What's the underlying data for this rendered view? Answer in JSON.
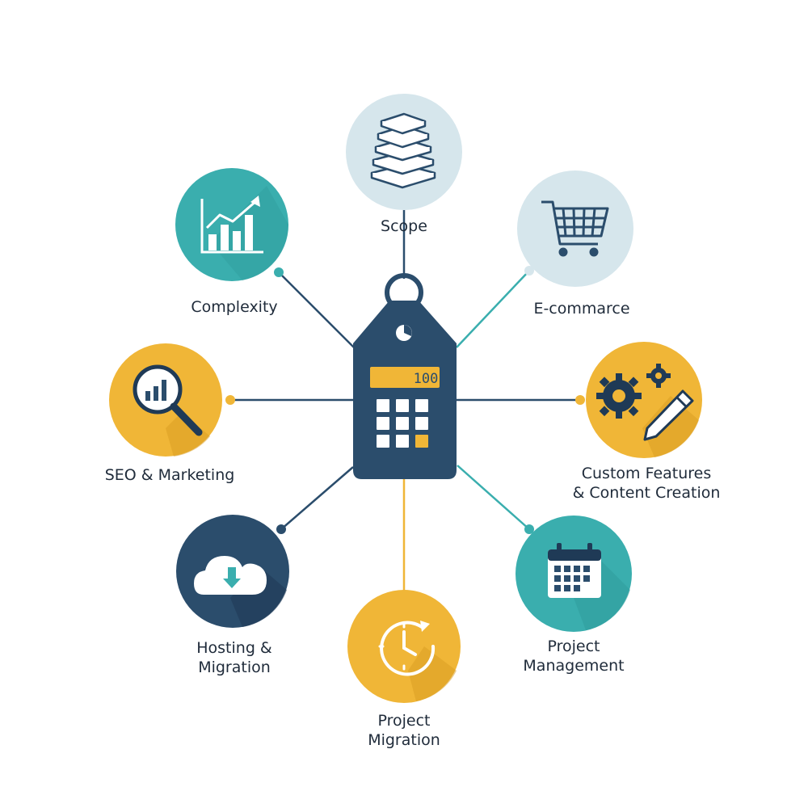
{
  "center": {
    "display": "100"
  },
  "nodes": {
    "scope": {
      "line1": "Scope",
      "line2": ""
    },
    "complexity": {
      "line1": "Complexity",
      "line2": ""
    },
    "ecommerce": {
      "line1": "E-commarce",
      "line2": ""
    },
    "seo": {
      "line1": "SEO & Marketing",
      "line2": ""
    },
    "custom": {
      "line1": "Custom Features",
      "line2": "& Content Creation"
    },
    "hosting": {
      "line1": "Hosting &",
      "line2": "Migration"
    },
    "pm": {
      "line1": "Project",
      "line2": "Management"
    },
    "migration": {
      "line1": "Project",
      "line2": "Migration"
    }
  },
  "colors": {
    "navy": "#2b4d6c",
    "teal": "#3aaeae",
    "yellow": "#f0b637",
    "pale_blue": "#d6e6ec",
    "white": "#ffffff"
  },
  "icons": {
    "scope": "layers-stack-icon",
    "complexity": "growth-chart-icon",
    "ecommerce": "shopping-cart-icon",
    "seo": "magnifier-chart-icon",
    "custom": "gears-pencil-icon",
    "hosting": "cloud-download-icon",
    "pm": "calendar-icon",
    "migration": "clock-icon",
    "center": "price-tag-calculator-icon"
  }
}
